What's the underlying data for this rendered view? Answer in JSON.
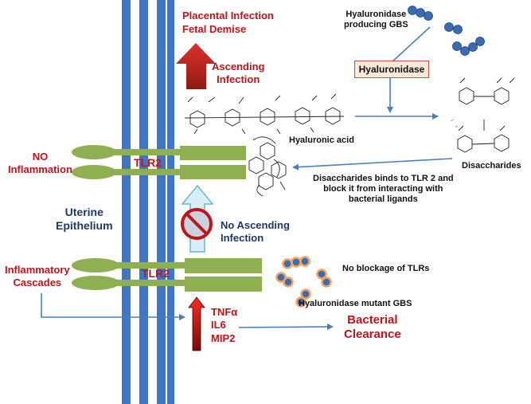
{
  "labels": {
    "placental_infection": "Placental Infection",
    "fetal_demise": "Fetal Demise",
    "ascending_infection": "Ascending\nInfection",
    "no_inflammation": "NO\nInflammation",
    "tlr2_top": "TLR2",
    "tlr2_bottom": "TLR2",
    "uterine_epithelium": "Uterine\nEpithelium",
    "no_ascending_infection": "No Ascending\nInfection",
    "inflammatory_cascades": "Inflammatory\nCascades",
    "cytokines": "TNFα\nIL6\nMIP2",
    "bacterial_clearance": "Bacterial\nClearance",
    "hyaluronidase_producing_gbs": "Hyaluronidase\nproducing GBS",
    "hyaluronidase": "Hyaluronidase",
    "hyaluronic_acid": "Hyaluronic acid",
    "disaccharides": "Disaccharides",
    "disaccharides_bind_note": "Disaccharides binds to TLR 2 and\nblock it from interacting with\nbacterial ligands",
    "no_blockage": "No blockage of TLRs",
    "hyaluronidase_mutant_gbs": "Hyaluronidase mutant GBS"
  },
  "colors": {
    "membrane_blue": "#3E75C5",
    "receptor_green": "#8FB050",
    "label_red": "#C0141A",
    "label_navy": "#1F3864",
    "arrow_blue": "#4A7EBB",
    "bacteria_fill": "#3A6BB5",
    "bacteria_border": "#F5A25A",
    "hyaluronidase_box_fill": "#FDE9D9",
    "hyaluronidase_box_border": "#C0504D"
  },
  "icons": [
    "ascending-arrow-icon",
    "blocked-ascending-arrow-icon",
    "no-symbol-icon",
    "cytokine-up-arrow-icon",
    "gbs-bacteria-icon",
    "mutant-gbs-bacteria-icon",
    "hyaluronic-acid-structure",
    "disaccharide-structure"
  ]
}
